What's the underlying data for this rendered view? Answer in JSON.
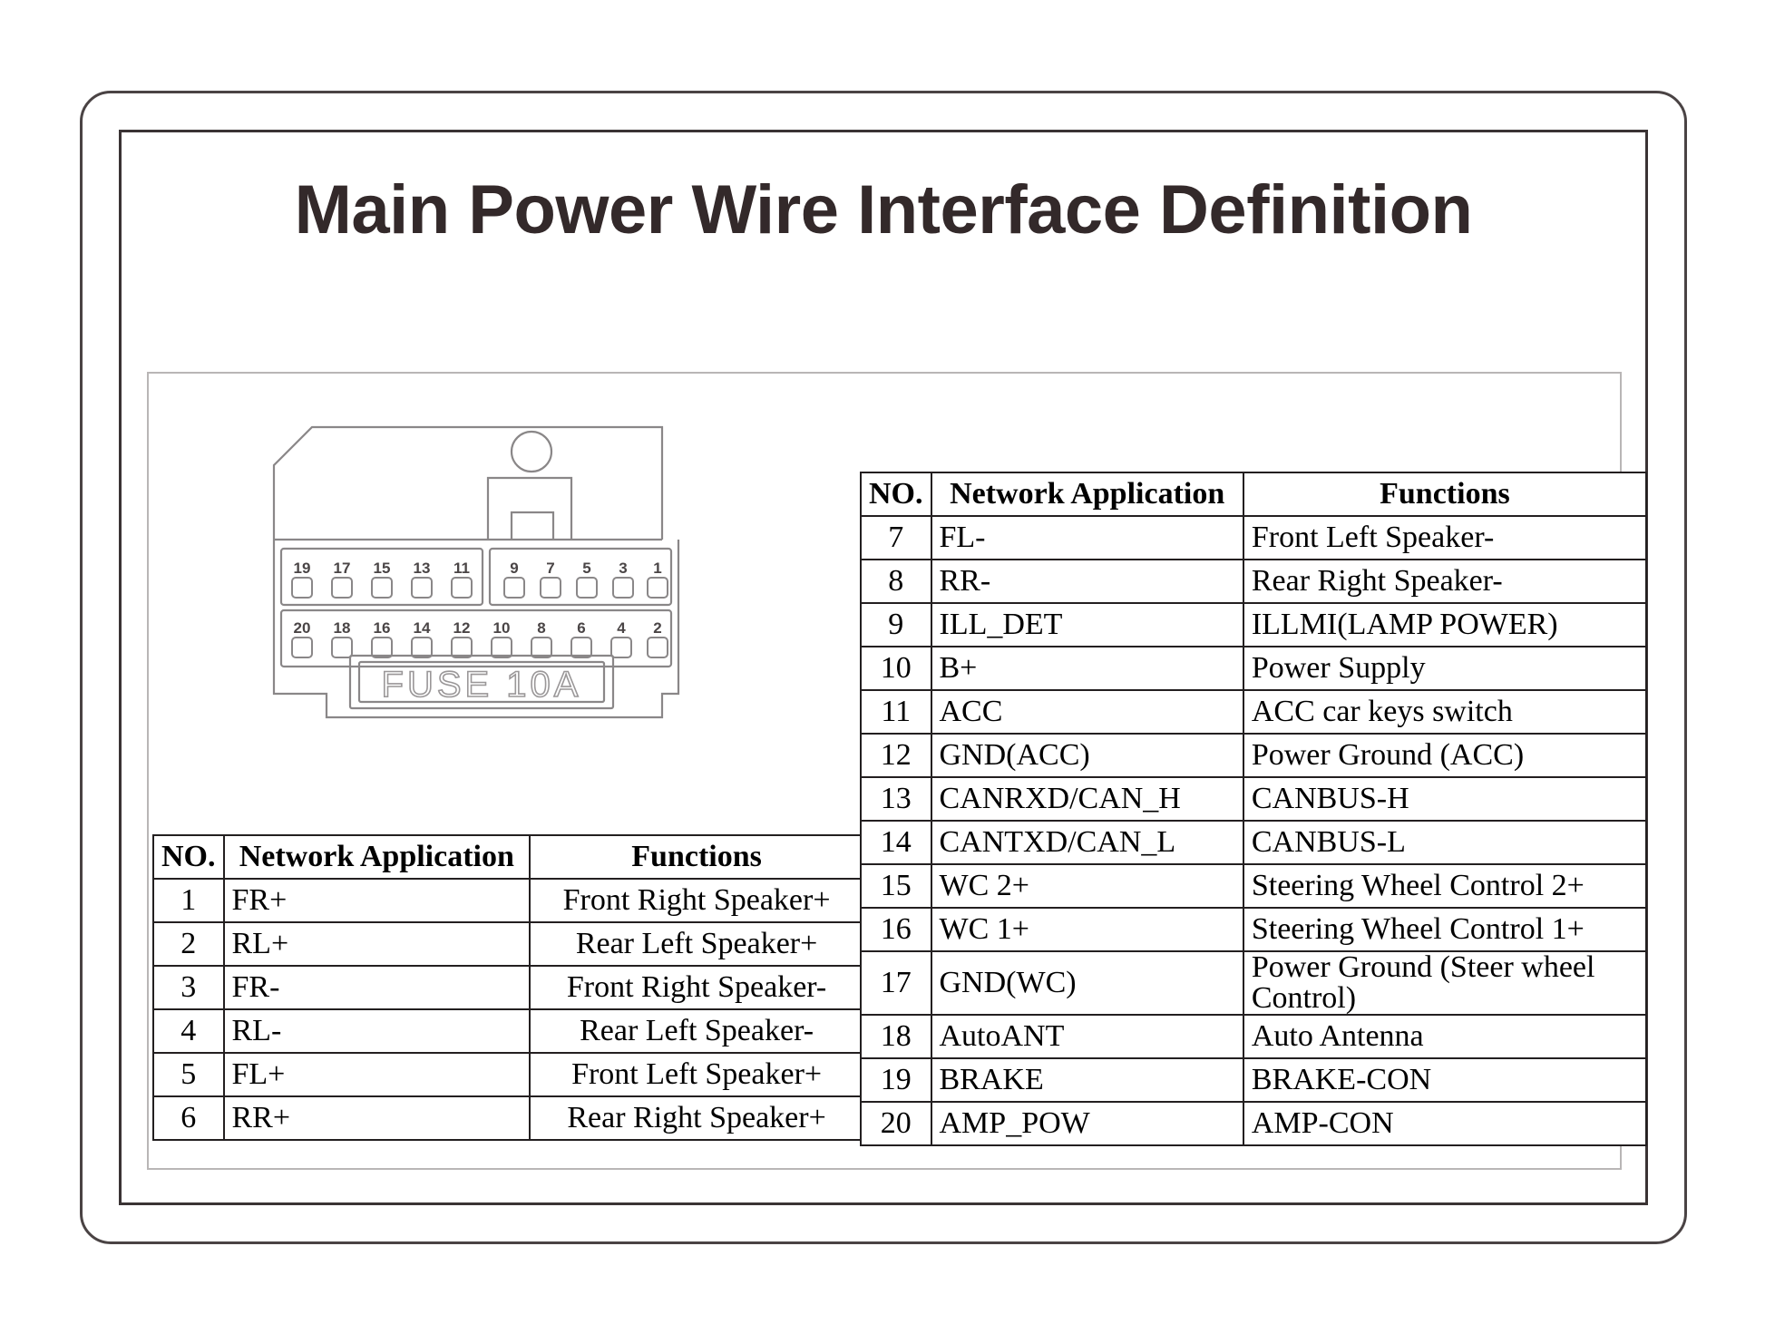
{
  "title": "Main Power Wire Interface Definition",
  "connector": {
    "fuse_label": "FUSE   10A",
    "top_row_left": [
      "19",
      "17",
      "15",
      "13",
      "11"
    ],
    "top_row_right": [
      "9",
      "7",
      "5",
      "3",
      "1"
    ],
    "bottom_row": [
      "20",
      "18",
      "16",
      "14",
      "12",
      "10",
      "8",
      "6",
      "4",
      "2"
    ]
  },
  "table_left": {
    "headers": [
      "NO.",
      "Network Application",
      "Functions"
    ],
    "rows": [
      {
        "no": "1",
        "net": "FR+",
        "fn": "Front Right Speaker+"
      },
      {
        "no": "2",
        "net": "RL+",
        "fn": "Rear Left Speaker+"
      },
      {
        "no": "3",
        "net": "FR-",
        "fn": "Front Right Speaker-"
      },
      {
        "no": "4",
        "net": "RL-",
        "fn": "Rear Left Speaker-"
      },
      {
        "no": "5",
        "net": "FL+",
        "fn": "Front Left Speaker+"
      },
      {
        "no": "6",
        "net": "RR+",
        "fn": "Rear Right Speaker+"
      }
    ]
  },
  "table_right": {
    "headers": [
      "NO.",
      "Network Application",
      "Functions"
    ],
    "rows": [
      {
        "no": "7",
        "net": "FL-",
        "fn": "Front Left Speaker-"
      },
      {
        "no": "8",
        "net": "RR-",
        "fn": "Rear Right Speaker-"
      },
      {
        "no": "9",
        "net": "ILL_DET",
        "fn": "ILLMI(LAMP POWER)"
      },
      {
        "no": "10",
        "net": "B+",
        "fn": "Power Supply"
      },
      {
        "no": "11",
        "net": "ACC",
        "fn": "ACC car keys switch"
      },
      {
        "no": "12",
        "net": "GND(ACC)",
        "fn": "Power Ground (ACC)"
      },
      {
        "no": "13",
        "net": "CANRXD/CAN_H",
        "fn": "CANBUS-H"
      },
      {
        "no": "14",
        "net": "CANTXD/CAN_L",
        "fn": "CANBUS-L"
      },
      {
        "no": "15",
        "net": "WC 2+",
        "fn": "Steering Wheel Control 2+"
      },
      {
        "no": "16",
        "net": "WC 1+",
        "fn": "Steering Wheel Control 1+"
      },
      {
        "no": "17",
        "net": "GND(WC)",
        "fn": "Power Ground (Steer wheel Control)",
        "small": true
      },
      {
        "no": "18",
        "net": "AutoANT",
        "fn": "Auto Antenna"
      },
      {
        "no": "19",
        "net": "BRAKE",
        "fn": "BRAKE-CON"
      },
      {
        "no": "20",
        "net": "AMP_POW",
        "fn": "AMP-CON"
      }
    ]
  },
  "colors": {
    "frame": "#4a4344",
    "table_border": "#231f20",
    "drawing_line": "#8a8788",
    "title": "#33292a"
  }
}
